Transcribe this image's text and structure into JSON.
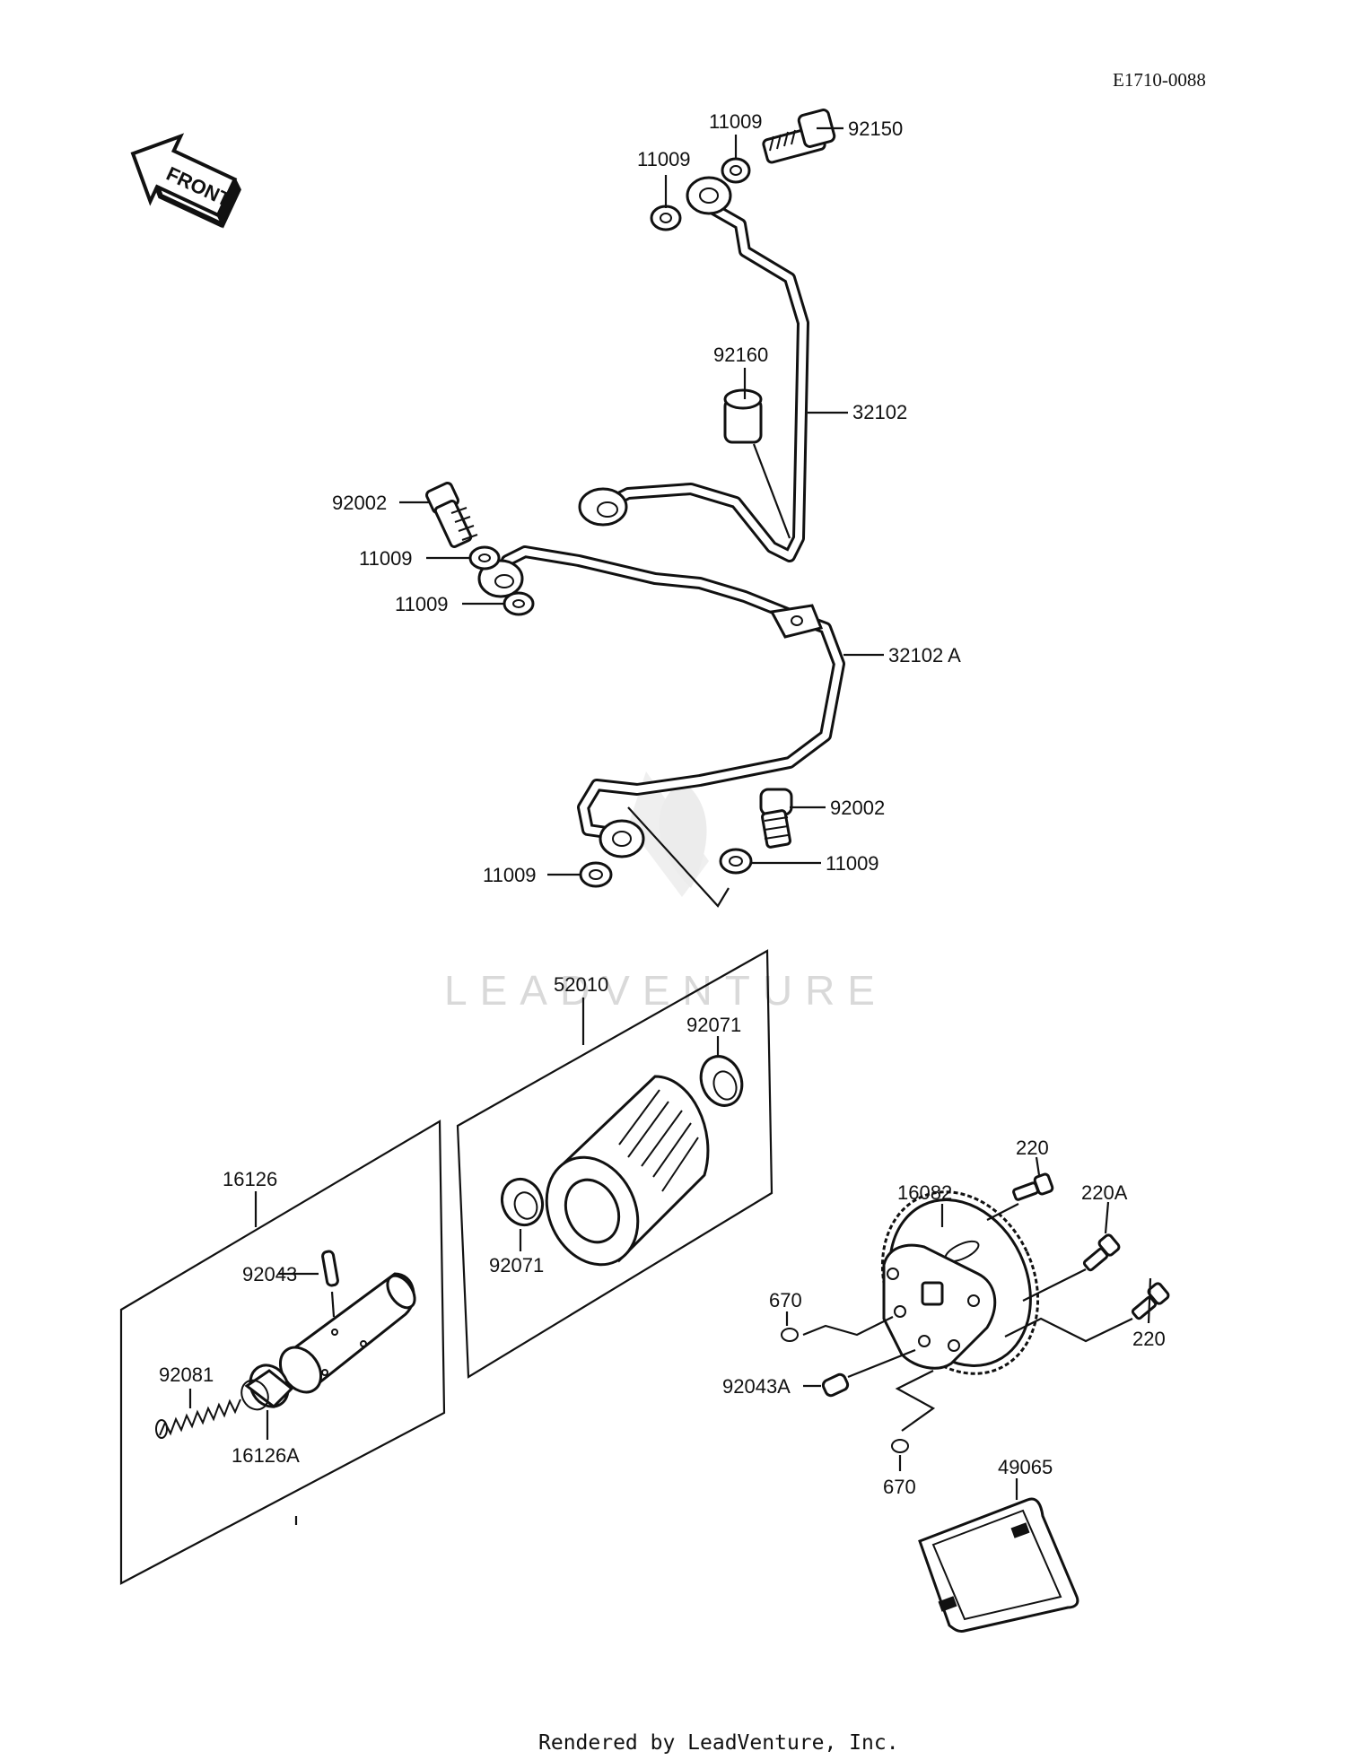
{
  "diagram": {
    "reference_code": "E1710-0088",
    "front_label": "FRONT",
    "watermark": "LEADVENTURE",
    "footer": "Rendered by LeadVenture, Inc.",
    "parts": {
      "p92150": "92150",
      "p11009_a": "11009",
      "p11009_b": "11009",
      "p92160": "92160",
      "p32102": "32102",
      "p92002_a": "92002",
      "p11009_c": "11009",
      "p11009_d": "11009",
      "p32102A": "32102 A",
      "p92002_b": "92002",
      "p11009_e": "11009",
      "p11009_f": "11009",
      "p52010": "52010",
      "p92071_a": "92071",
      "p92071_b": "92071",
      "p16082": "16082",
      "p220_a": "220",
      "p220A": "220A",
      "p220_b": "220",
      "p670_a": "670",
      "p92043A": "92043A",
      "p670_b": "670",
      "p16126": "16126",
      "p92043": "92043",
      "p92081": "92081",
      "p16126A": "16126A",
      "p49065": "49065"
    }
  }
}
